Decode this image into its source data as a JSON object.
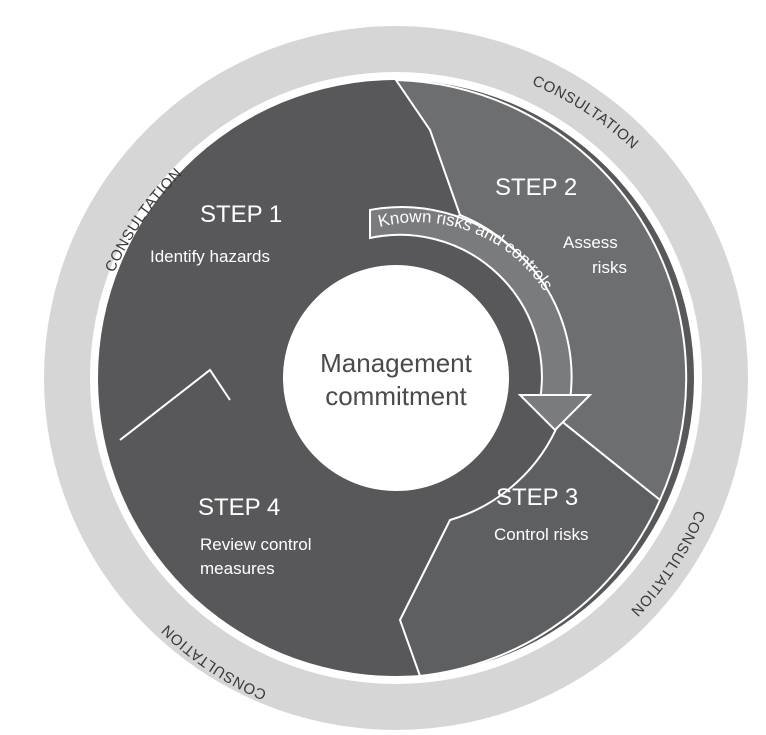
{
  "consultation_labels": [
    "CONSULTATION",
    "CONSULTATION",
    "CONSULTATION",
    "CONSULTATION"
  ],
  "steps": [
    {
      "title": "STEP 1",
      "body": [
        "Identify hazards"
      ]
    },
    {
      "title": "STEP 2",
      "body": [
        "Assess",
        "risks"
      ]
    },
    {
      "title": "STEP 3",
      "body": [
        "Control risks"
      ]
    },
    {
      "title": "STEP 4",
      "body": [
        "Review control",
        "measures"
      ]
    }
  ],
  "inner_arc_text": "Known risks and controls",
  "center": {
    "line1": "Management",
    "line2": "commitment"
  },
  "colors": {
    "outer_ring": "#d6d6d6",
    "step_dark": "#58585a",
    "step_mid": "#6d6e70",
    "step_light": "#808184",
    "inner_arrow": "#7a7b7d",
    "center": "#ffffff"
  }
}
